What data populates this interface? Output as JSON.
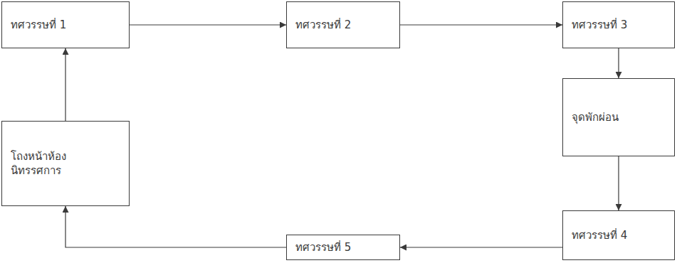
{
  "diagram": {
    "nodes": [
      {
        "text": [
          "ทศวรรษที่ 1"
        ]
      },
      {
        "text": [
          "ทศวรรษที่ 2"
        ]
      },
      {
        "text": [
          "ทศวรรษที่ 3"
        ]
      },
      {
        "text": [
          "จุดพักผ่อน"
        ]
      },
      {
        "text": [
          "ทศวรรษที่ 4"
        ]
      },
      {
        "text": [
          "ทศวรรษที่ 5"
        ]
      },
      {
        "text": [
          "โถงหน้าห้อง นิทรรศการ"
        ]
      }
    ],
    "edges": [
      {
        "from": 0,
        "to": 1,
        "arrow": "to"
      },
      {
        "from": 1,
        "to": 2,
        "arrow": "to"
      },
      {
        "from": 2,
        "to": 3,
        "arrow": "to"
      },
      {
        "from": 3,
        "to": 4,
        "arrow": "to"
      },
      {
        "from": 4,
        "to": 5,
        "arrow": "to"
      },
      {
        "from": 5,
        "to": 6,
        "arrow": "to"
      },
      {
        "from": 6,
        "to": 0,
        "arrow": "to"
      }
    ]
  }
}
